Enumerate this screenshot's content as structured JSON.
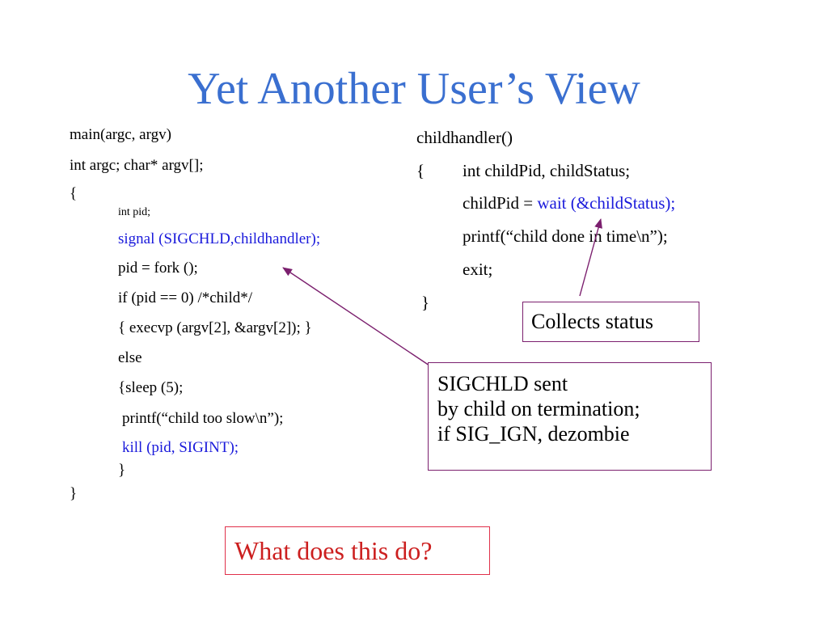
{
  "title": "Yet Another User’s View",
  "left_code": {
    "main_sig": "main(argc, argv)",
    "decl": "int argc; char* argv[];",
    "open_brace": "{",
    "int_pid": "int pid;",
    "signal_call": "signal (SIGCHLD,childhandler);",
    "fork": "pid = fork ();",
    "if_child": "if (pid == 0) /*child*/",
    "execvp": "{ execvp (argv[2], &argv[2]); }",
    "else": "else",
    "sleep": "{sleep (5);",
    "printf": "printf(“child too slow\\n”);",
    "kill": "kill (pid, SIGINT);",
    "inner_close": "}",
    "close_brace": "}"
  },
  "right_code": {
    "handler_sig": "childhandler()",
    "open_brace": "{",
    "decl": "int childPid, childStatus;",
    "assign_prefix": "childPid = ",
    "wait_call": "wait (&childStatus);",
    "printf": "printf(“child done in time\\n”);",
    "exit": "exit;",
    "close_brace": "}"
  },
  "callouts": {
    "collects": "Collects status",
    "sigchld": [
      "SIGCHLD sent",
      "by child on termination;",
      "if SIG_IGN,  dezombie"
    ],
    "question": "What does this do?"
  },
  "colors": {
    "title": "#3a6fd0",
    "highlight": "#1a1adb",
    "arrow": "#7b1f6e",
    "question_border": "#e0304a",
    "question_text": "#cc1f1f"
  }
}
